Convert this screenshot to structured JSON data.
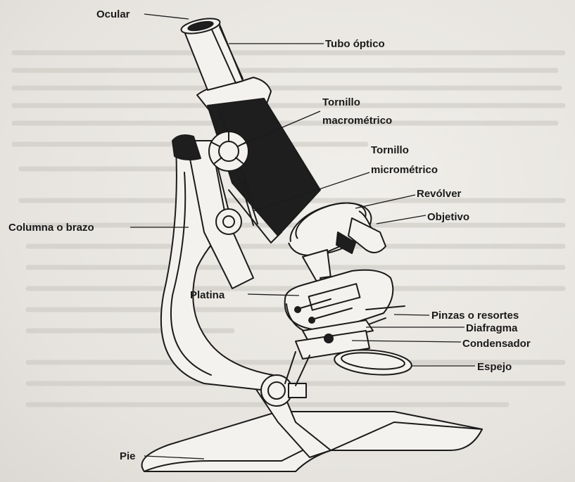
{
  "labels": {
    "ocular": "Ocular",
    "tubo_optico": "Tubo óptico",
    "tornillo_macro_1": "Tornillo",
    "tornillo_macro_2": "macrométrico",
    "tornillo_micro_1": "Tornillo",
    "tornillo_micro_2": "micrométrico",
    "revolver": "Revólver",
    "objetivo": "Objetivo",
    "columna": "Columna o brazo",
    "platina": "Platina",
    "pinzas": "Pinzas o resortes",
    "diafragma": "Diafragma",
    "condensador": "Condensador",
    "espejo": "Espejo",
    "pie": "Pie"
  }
}
